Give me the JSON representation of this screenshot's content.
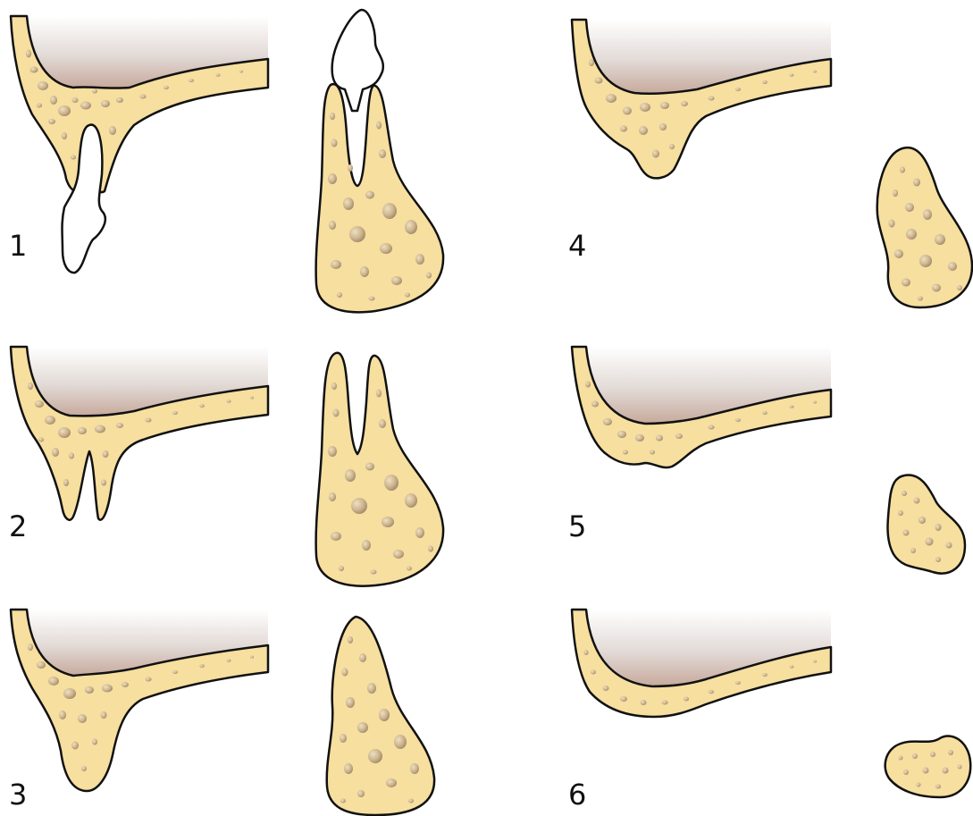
{
  "figure": {
    "stages": [
      {
        "number": "1"
      },
      {
        "number": "2"
      },
      {
        "number": "3"
      },
      {
        "number": "4"
      },
      {
        "number": "5"
      },
      {
        "number": "6"
      }
    ]
  }
}
